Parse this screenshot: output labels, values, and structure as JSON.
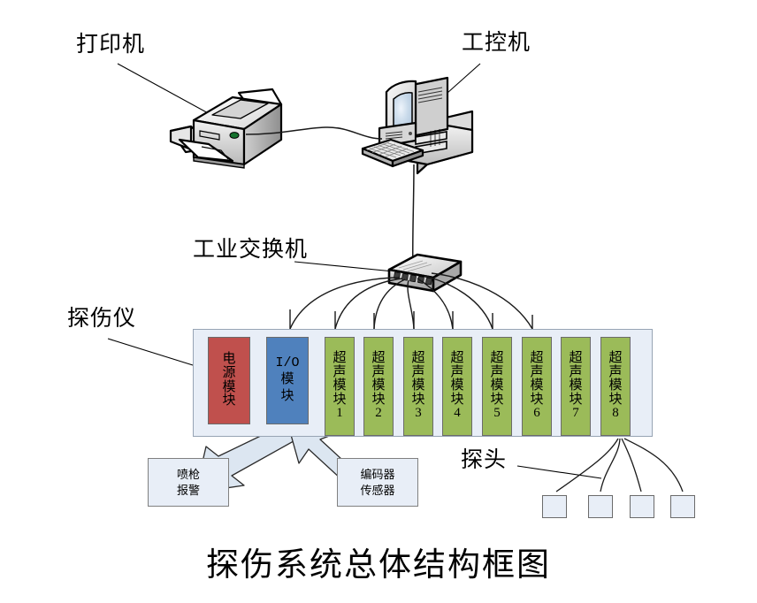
{
  "diagram": {
    "title": "探伤系统总体结构框图",
    "labels": {
      "printer": "打印机",
      "ipc": "工控机",
      "switch": "工业交换机",
      "detector": "探伤仪",
      "probe": "探头"
    },
    "icons": {
      "printer": "printer-icon",
      "computer": "desktop-computer-icon",
      "keyboard": "keyboard-icon",
      "switch": "network-switch-icon"
    },
    "rack": {
      "modules": [
        {
          "id": "power",
          "type": "power",
          "color": "#c0504d",
          "lines": [
            "电",
            "源",
            "模",
            "块"
          ]
        },
        {
          "id": "io",
          "type": "io",
          "color": "#4f81bd",
          "head": "I/O",
          "lines": [
            "模",
            "块"
          ]
        },
        {
          "id": "us1",
          "type": "ultrasonic",
          "color": "#9bbb59",
          "lines": [
            "超",
            "声",
            "模",
            "块",
            "1"
          ]
        },
        {
          "id": "us2",
          "type": "ultrasonic",
          "color": "#9bbb59",
          "lines": [
            "超",
            "声",
            "模",
            "块",
            "2"
          ]
        },
        {
          "id": "us3",
          "type": "ultrasonic",
          "color": "#9bbb59",
          "lines": [
            "超",
            "声",
            "模",
            "块",
            "3"
          ]
        },
        {
          "id": "us4",
          "type": "ultrasonic",
          "color": "#9bbb59",
          "lines": [
            "超",
            "声",
            "模",
            "块",
            "4"
          ]
        },
        {
          "id": "us5",
          "type": "ultrasonic",
          "color": "#9bbb59",
          "lines": [
            "超",
            "声",
            "模",
            "块",
            "5"
          ]
        },
        {
          "id": "us6",
          "type": "ultrasonic",
          "color": "#9bbb59",
          "lines": [
            "超",
            "声",
            "模",
            "块",
            "6"
          ]
        },
        {
          "id": "us7",
          "type": "ultrasonic",
          "color": "#9bbb59",
          "lines": [
            "超",
            "声",
            "模",
            "块",
            "7"
          ]
        },
        {
          "id": "us8",
          "type": "ultrasonic",
          "color": "#9bbb59",
          "lines": [
            "超",
            "声",
            "模",
            "块",
            "8"
          ]
        }
      ]
    },
    "peripherals": {
      "spray": {
        "line1": "喷枪",
        "line2": "报警"
      },
      "encoder": {
        "line1": "编码器",
        "line2": "传感器"
      }
    },
    "probes": [
      "probe-1",
      "probe-2",
      "probe-3",
      "probe-4"
    ],
    "colors": {
      "power_module": "#c0504d",
      "io_module": "#4f81bd",
      "ultrasonic_module": "#9bbb59",
      "rack_fill": "#e8eef7",
      "rack_border": "#97a4b4",
      "arrow_fill": "#dce6f1",
      "cable": "#1a1a1a"
    }
  }
}
